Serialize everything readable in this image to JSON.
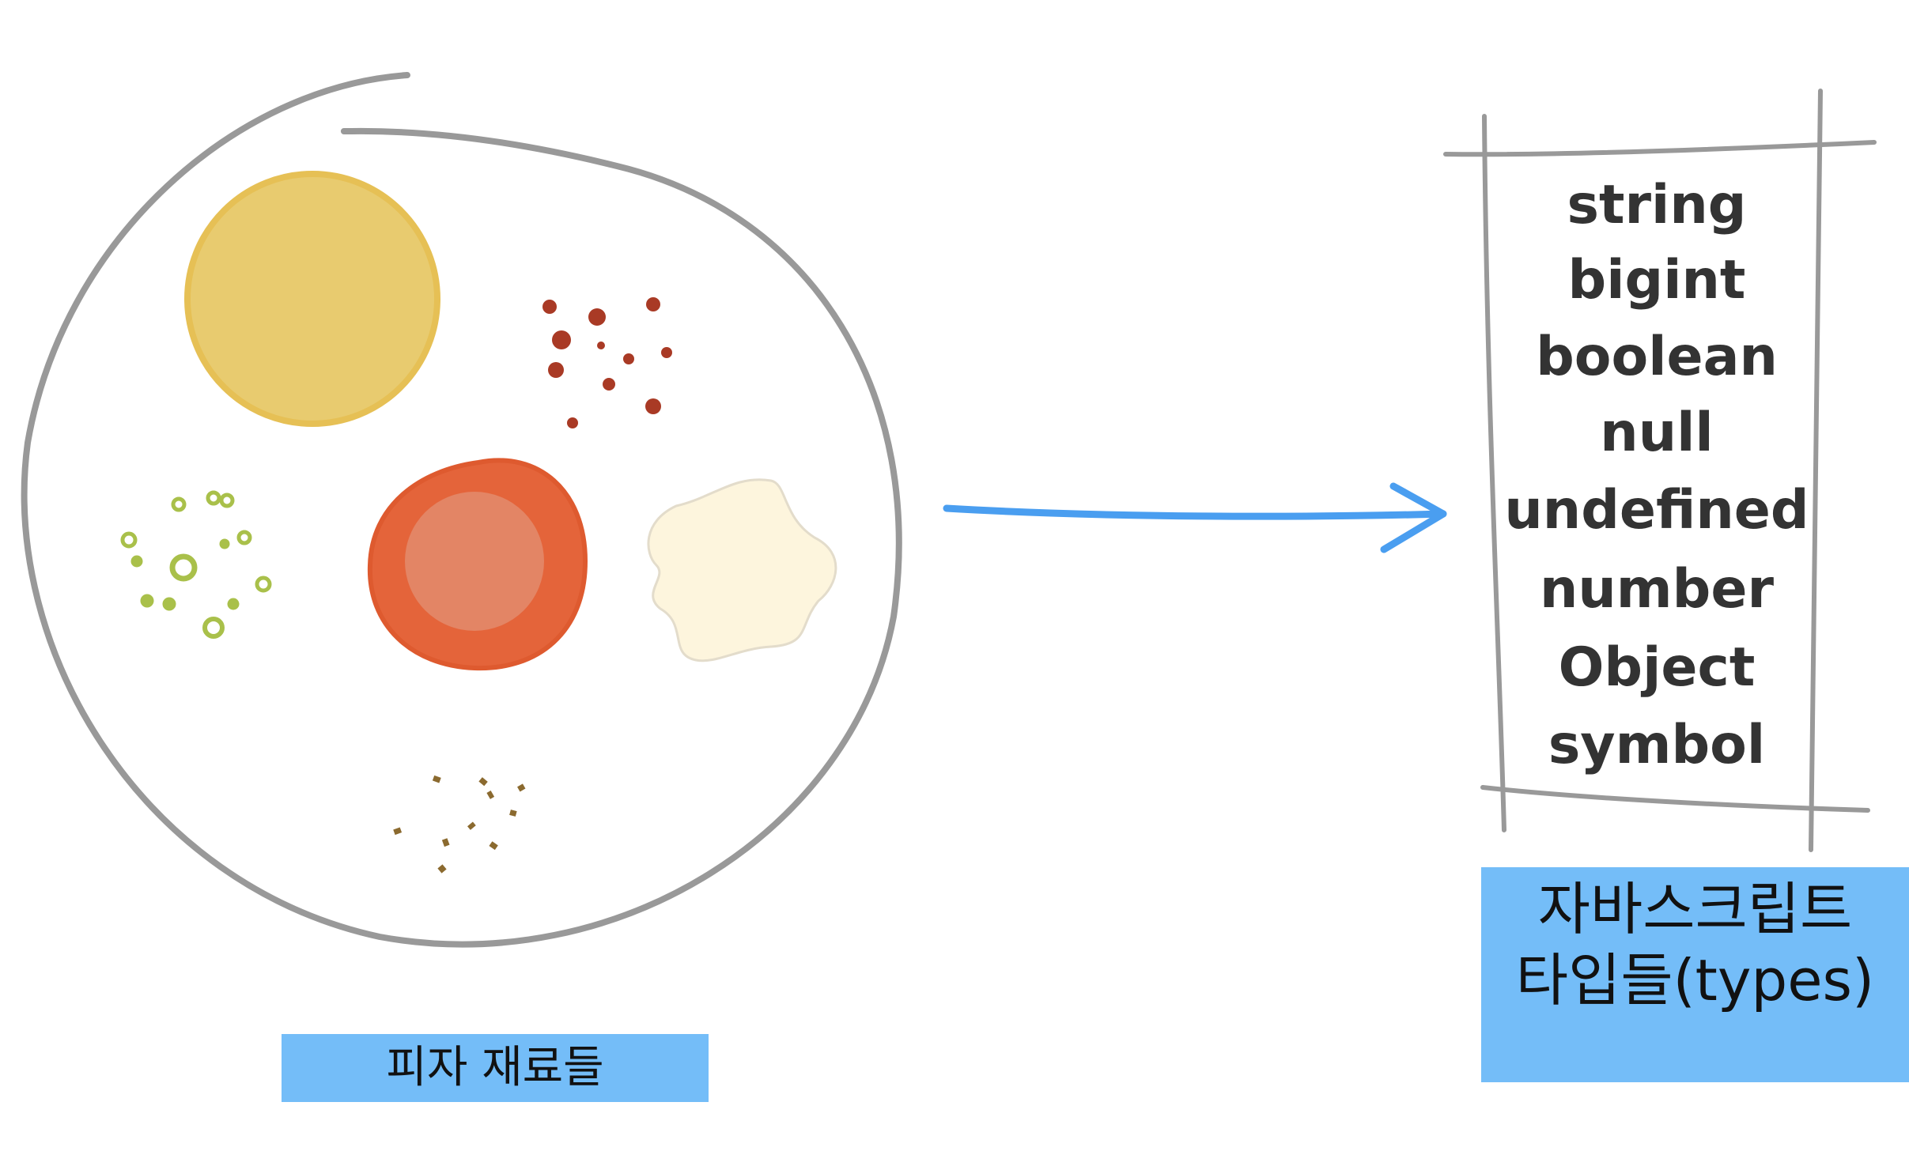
{
  "left_caption": "피자 재료들",
  "right_caption": {
    "line1": "자바스크립트",
    "line2": "타입들(types)"
  },
  "types": [
    "string",
    "bigint",
    "boolean",
    "null",
    "undefined",
    "number",
    "Object",
    "symbol"
  ],
  "colors": {
    "caption_bg": "#74bdf8",
    "arrow": "#4a9ef0",
    "outline": "#999999",
    "dough": "#e8cb6f",
    "tomato": "#e4643a",
    "cheese": "#fdf5dd",
    "pepper": "#a93a25",
    "greens": "#a9c04a",
    "herbs": "#8b6a2f"
  },
  "icons": {
    "dough": "dough-circle-icon",
    "tomato": "tomato-slice-icon",
    "cheese": "cheese-piece-icon",
    "pepper": "pepper-flakes-icon",
    "greens": "green-onion-bits-icon",
    "herbs": "dried-herbs-icon"
  }
}
